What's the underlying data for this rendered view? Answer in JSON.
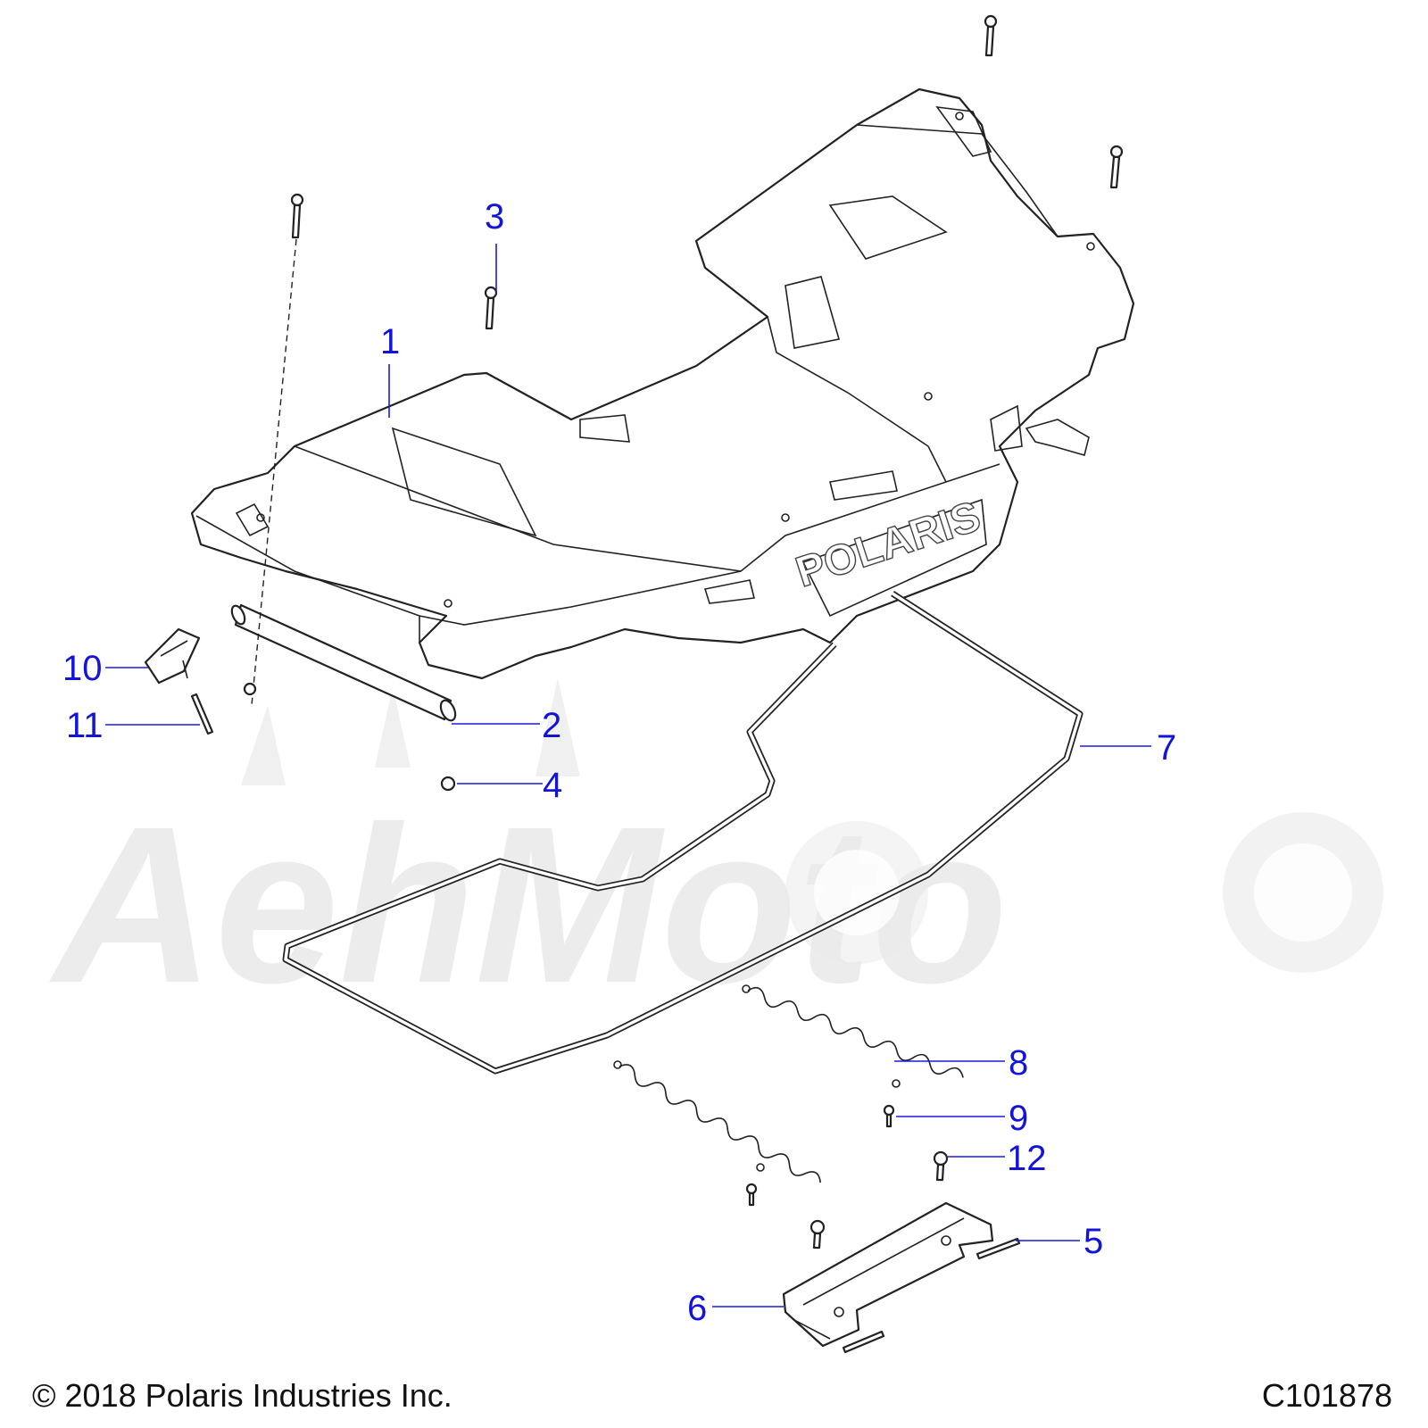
{
  "callouts": [
    "1",
    "2",
    "3",
    "4",
    "5",
    "6",
    "7",
    "8",
    "9",
    "10",
    "11",
    "12"
  ],
  "brand_embossed": "POLARIS",
  "watermark_text": "AehMoto",
  "footer": {
    "copyright": "© 2018 Polaris Industries Inc.",
    "diagram_code": "C101878"
  },
  "colors": {
    "callout": "#1414d8",
    "line": "#222222",
    "watermark": "#e9e9e9"
  }
}
